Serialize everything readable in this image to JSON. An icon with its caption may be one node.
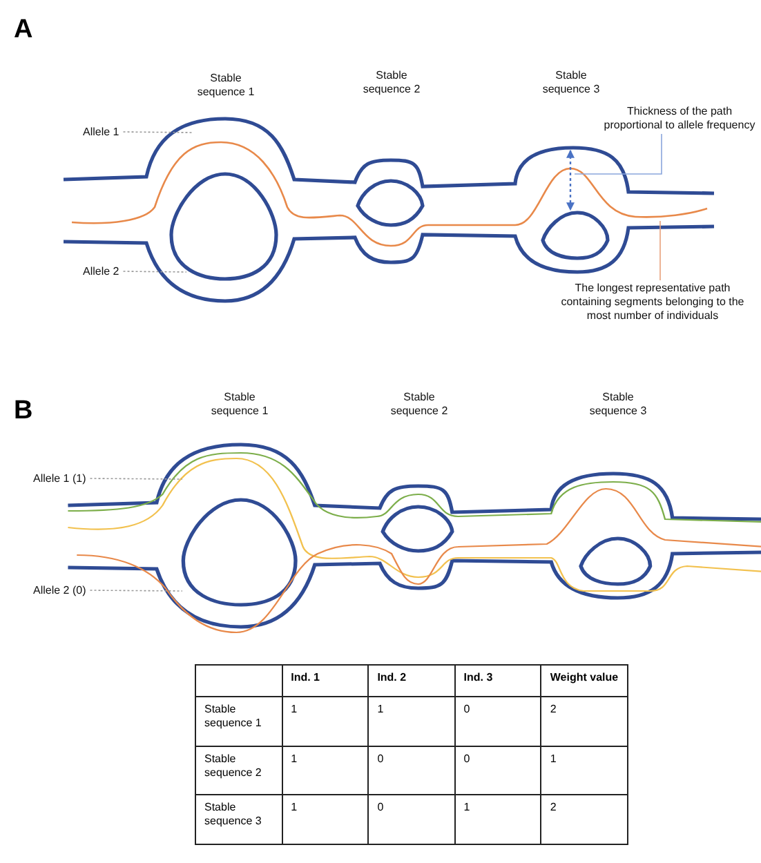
{
  "diagram": {
    "nodes": [
      {
        "text": [
          "Allele 1"
        ]
      },
      {
        "text": [
          "Allele 2"
        ]
      },
      {
        "text": [
          "Thickness of the path proportional to allele frequency"
        ]
      },
      {
        "text": [
          "The longest representative path containing segments belonging to the most number of individuals"
        ]
      },
      {
        "text": [
          "Allele 1 (1)"
        ]
      },
      {
        "text": [
          "Allele 2 (0)"
        ]
      }
    ],
    "edges": [
      {
        "from": 0,
        "to": null,
        "arrow": "none",
        "style": "dashed"
      },
      {
        "from": 1,
        "to": null,
        "arrow": "none",
        "style": "dashed"
      },
      {
        "from": 2,
        "to": null,
        "arrow": "none"
      },
      {
        "from": 3,
        "to": null,
        "arrow": "none"
      },
      {
        "from": 4,
        "to": null,
        "arrow": "none",
        "style": "dashed"
      },
      {
        "from": 5,
        "to": null,
        "arrow": "none",
        "style": "dashed"
      }
    ],
    "labels": [
      "A",
      "Stable sequence 1",
      "Stable sequence 2",
      "Stable sequence 3",
      "B",
      "Stable sequence 1",
      "Stable sequence 2",
      "Stable sequence 3",
      "Ind. 1",
      "Ind. 2",
      "Ind. 3",
      "Weight value",
      "Stable sequence 1",
      "1",
      "1",
      "0",
      "2",
      "Stable sequence 2",
      "1",
      "0",
      "0",
      "1",
      "Stable sequence 3",
      "1",
      "0",
      "1",
      "2"
    ]
  }
}
